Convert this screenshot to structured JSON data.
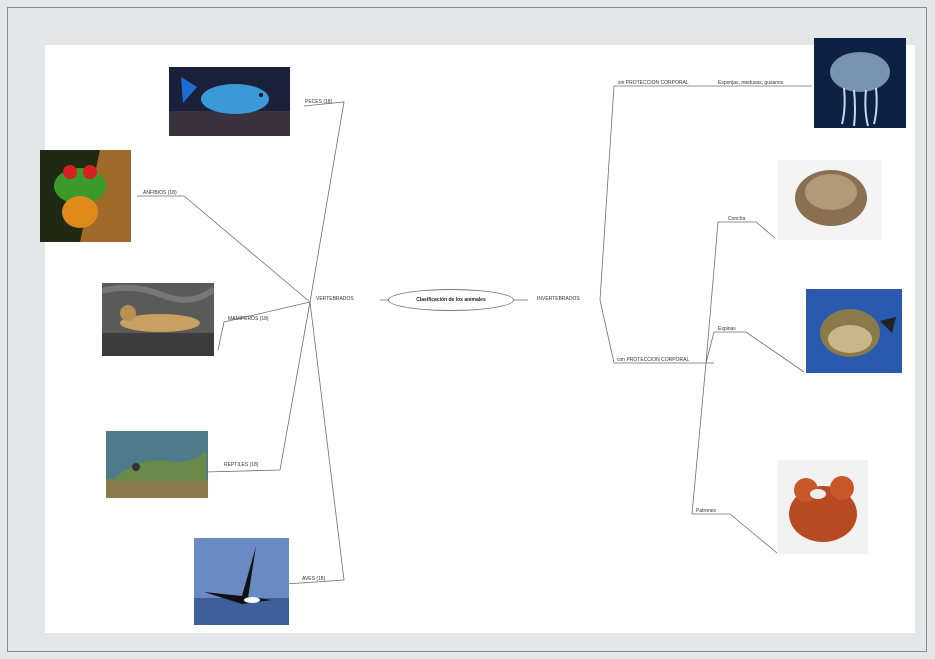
{
  "map": {
    "center": "Clasificación de los animales",
    "left_branch": "VERTEBRADOS",
    "right_branch": "INVERTEBRADOS",
    "vertebrates": [
      {
        "label": "PECES (18)",
        "image": "blue-fish-photo"
      },
      {
        "label": "ANFIBIOS (18)",
        "image": "red-eyed-tree-frog-photo"
      },
      {
        "label": "MAMIFEROS (18)",
        "image": "leopard-photo"
      },
      {
        "label": "REPTILES (18)",
        "image": "iguana-photo"
      },
      {
        "label": "AVES (18)",
        "image": "frigatebird-photo"
      }
    ],
    "invertebrates": {
      "without_protection": {
        "label": "sin PROTECCION CORPORAL",
        "child": "Esponjas, medusas, gusanos",
        "image": "jellyfish-photo"
      },
      "with_protection": {
        "label": "con PROTECCION CORPORAL",
        "children": [
          {
            "label": "Concha",
            "image": "clam-shell-photo"
          },
          {
            "label": "Espinas",
            "image": "pufferfish-photo"
          },
          {
            "label": "Patrones",
            "image": "crab-photo"
          }
        ]
      }
    }
  },
  "colors": {
    "line": "#6e6e6e",
    "background": "#e5e6e8",
    "canvas": "#ffffff"
  }
}
